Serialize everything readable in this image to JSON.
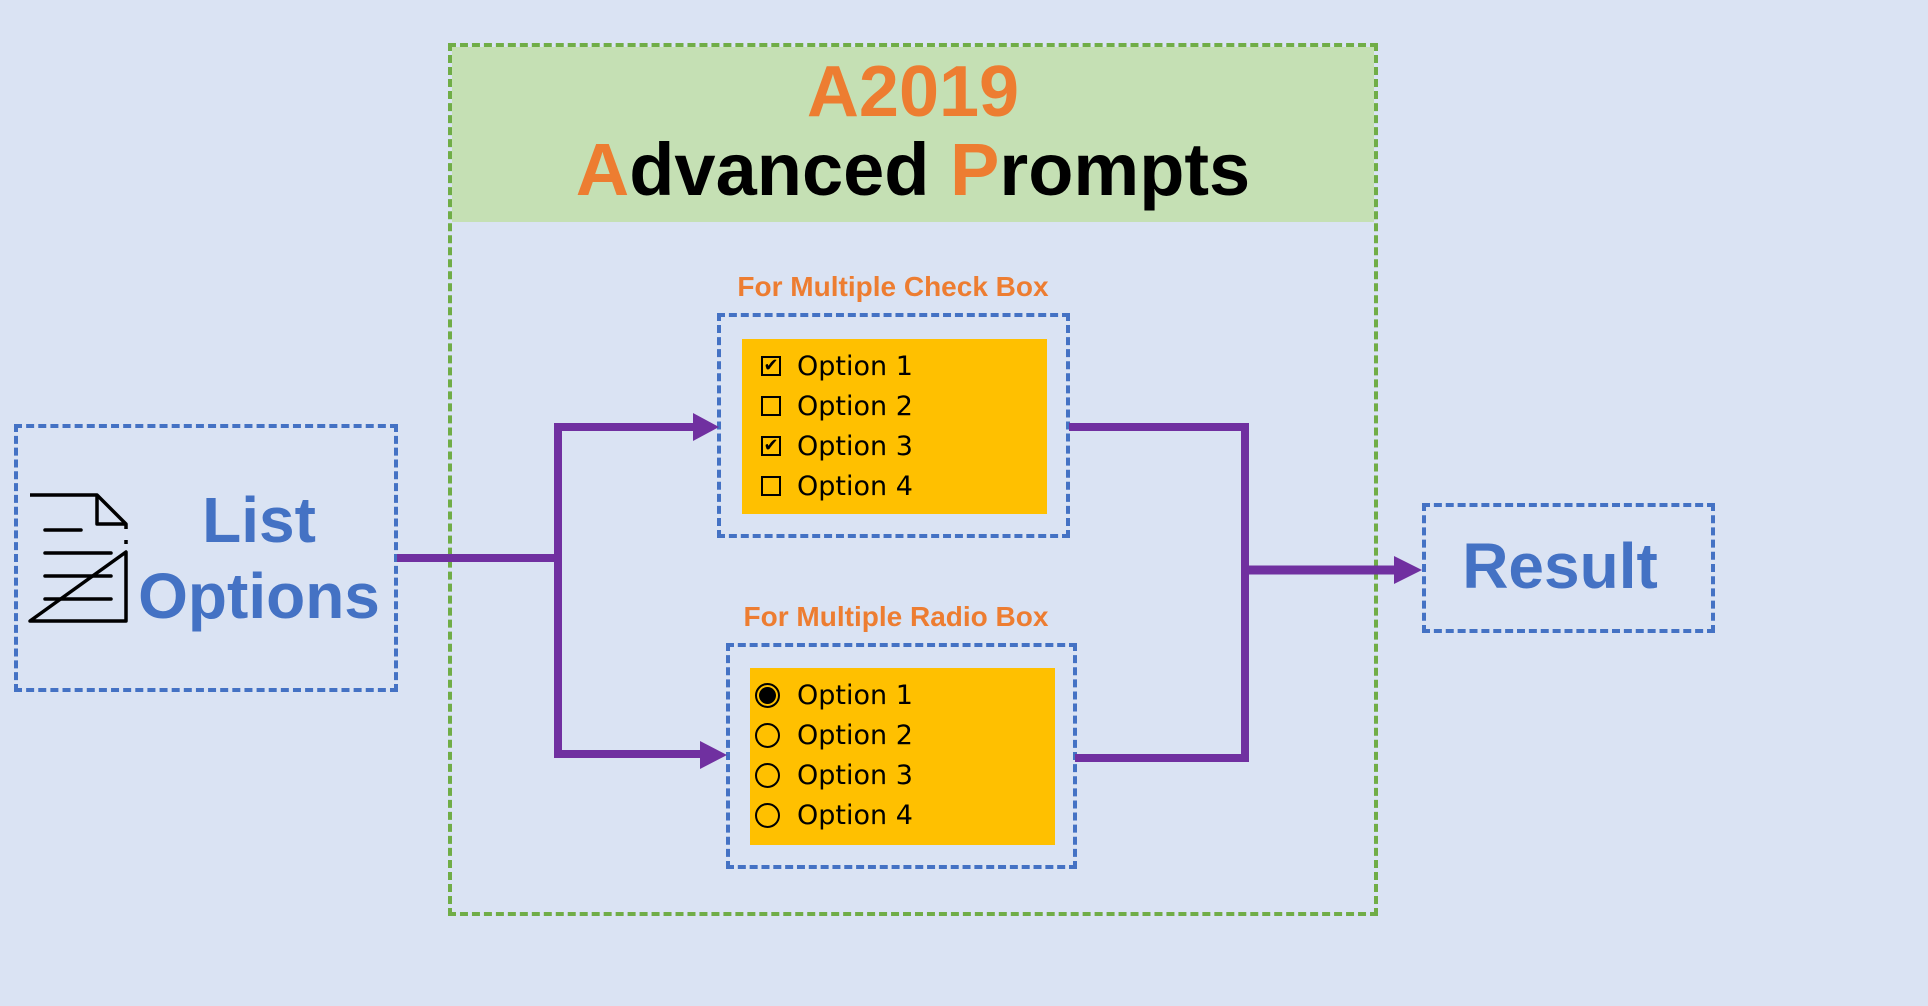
{
  "title": {
    "line1": "A2019",
    "line2_parts": [
      {
        "text": "A",
        "highlight": true
      },
      {
        "text": "dvanced ",
        "highlight": false
      },
      {
        "text": "P",
        "highlight": true
      },
      {
        "text": "rompts",
        "highlight": false
      }
    ]
  },
  "input_node": {
    "icon": "document-icon",
    "line1": "List",
    "line2": "Options"
  },
  "checkbox_panel": {
    "heading": "For Multiple Check Box",
    "options": [
      {
        "label": "Option 1",
        "checked": true
      },
      {
        "label": "Option 2",
        "checked": false
      },
      {
        "label": "Option 3",
        "checked": true
      },
      {
        "label": "Option 4",
        "checked": false
      }
    ]
  },
  "radio_panel": {
    "heading": "For Multiple Radio Box",
    "options": [
      {
        "label": "Option 1",
        "selected": true
      },
      {
        "label": "Option 2",
        "selected": false
      },
      {
        "label": "Option 3",
        "selected": false
      },
      {
        "label": "Option 4",
        "selected": false
      }
    ]
  },
  "output_node": {
    "label": "Result"
  },
  "colors": {
    "background": "#dae3f3",
    "accent_orange": "#ed7d31",
    "node_blue": "#4472c4",
    "container_green": "#70ad47",
    "header_green": "#c5e0b4",
    "panel_yellow": "#ffc000",
    "connector_purple": "#7030a0"
  }
}
